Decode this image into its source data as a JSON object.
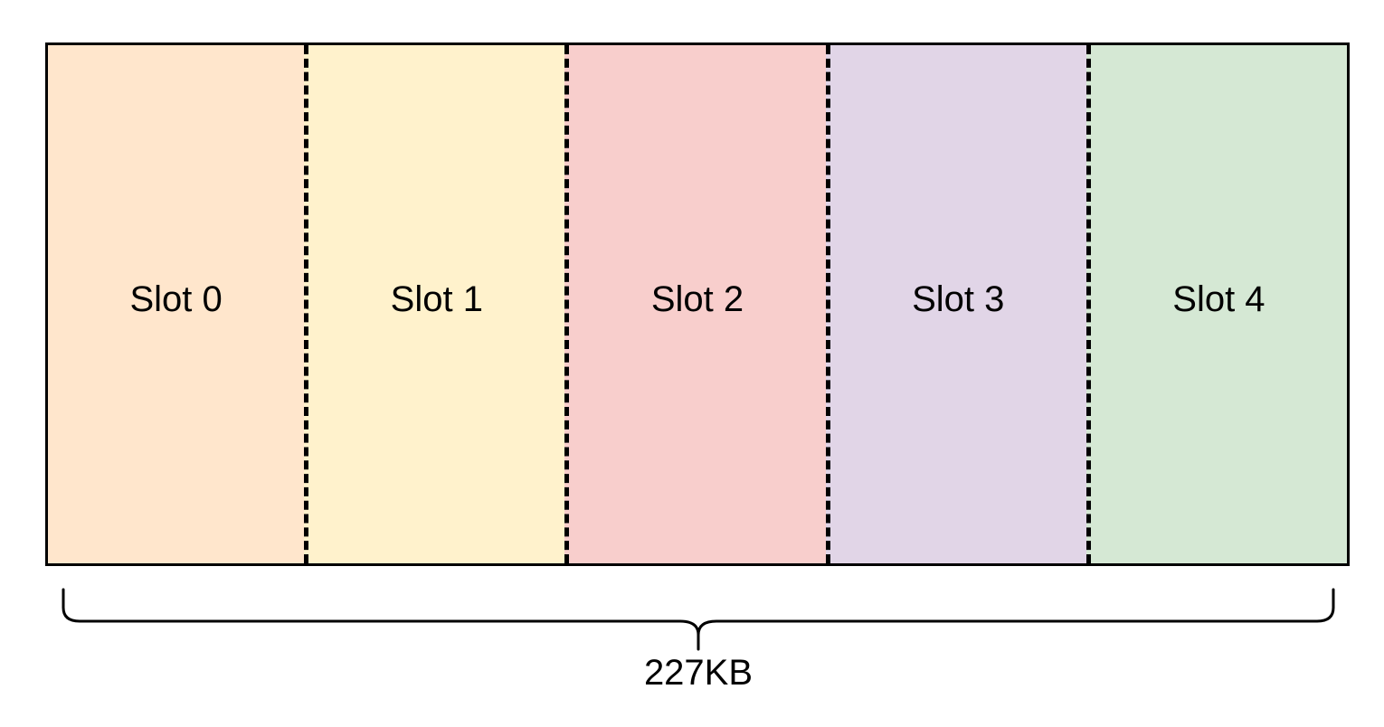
{
  "slots": [
    {
      "label": "Slot 0",
      "color": "#ffe6cc"
    },
    {
      "label": "Slot 1",
      "color": "#fff2cc"
    },
    {
      "label": "Slot 2",
      "color": "#f8cecc"
    },
    {
      "label": "Slot 3",
      "color": "#e1d5e7"
    },
    {
      "label": "Slot 4",
      "color": "#d5e8d4"
    }
  ],
  "total_size": "227KB"
}
